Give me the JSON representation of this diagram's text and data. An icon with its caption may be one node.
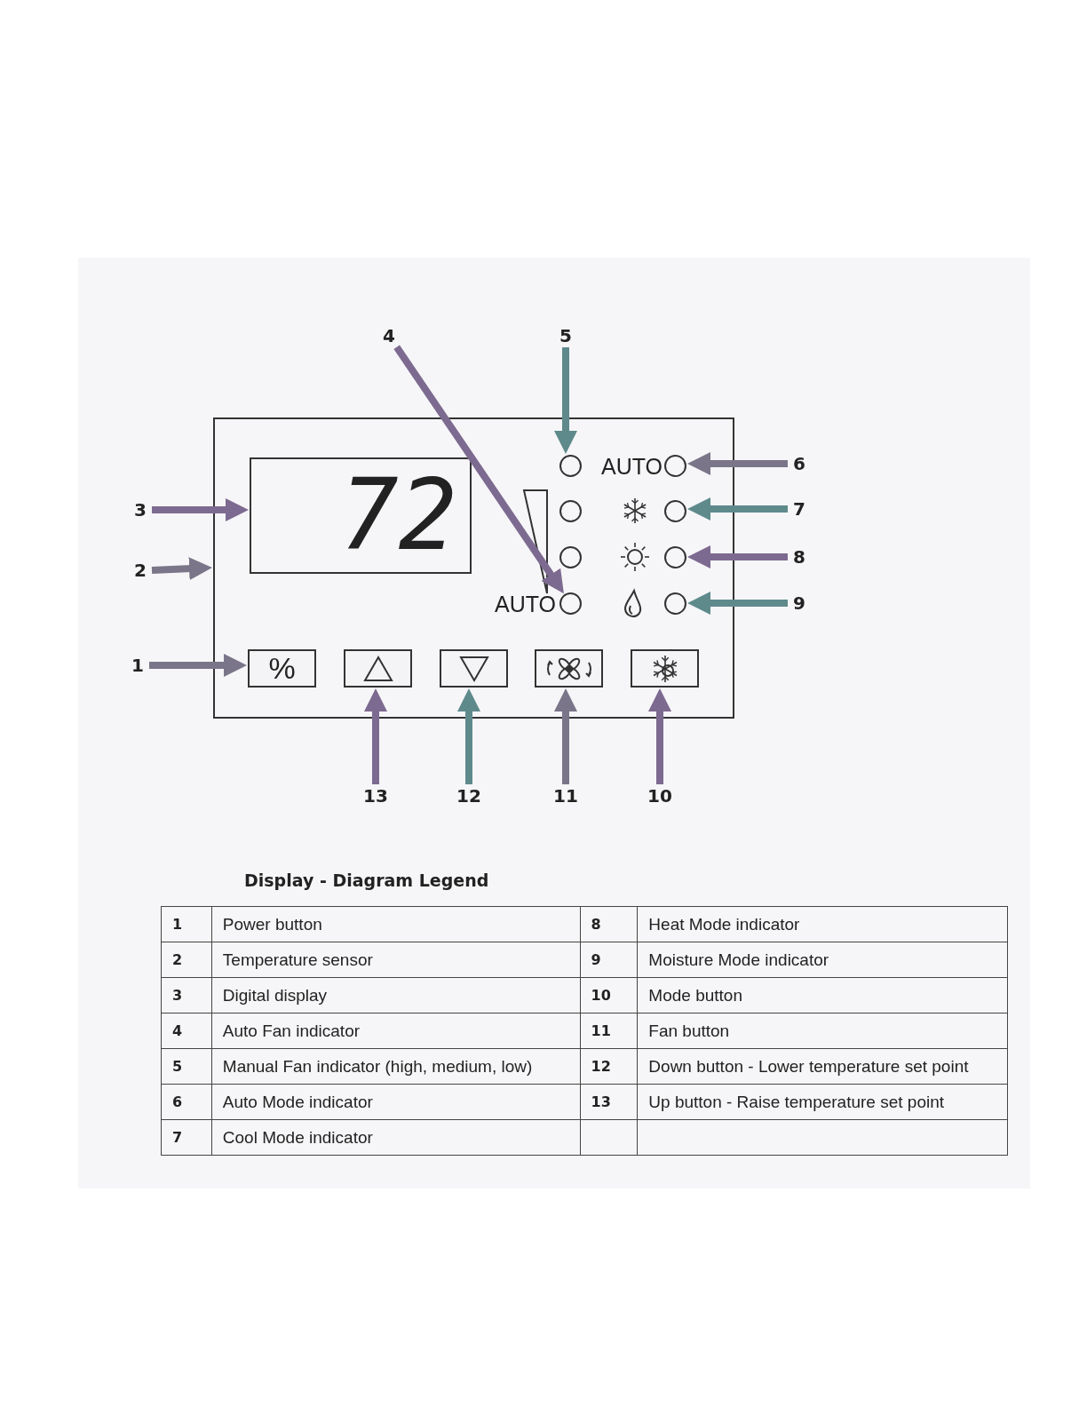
{
  "diagram": {
    "title": "Display - Diagram Legend",
    "nodes": [
      {
        "text": [],
        "shape": "box"
      },
      {
        "text": [
          "72"
        ],
        "in": 0
      },
      {
        "text": [],
        "shape": "circle",
        "in": 0
      },
      {
        "text": [],
        "shape": "circle",
        "in": 0
      },
      {
        "text": [],
        "shape": "circle",
        "in": 0
      },
      {
        "text": [],
        "shape": "circle",
        "in": 0
      },
      {
        "text": [],
        "shape": "circle",
        "in": 0
      },
      {
        "text": [],
        "shape": "circle",
        "in": 0
      },
      {
        "text": [],
        "shape": "circle",
        "in": 0
      },
      {
        "text": [],
        "shape": "circle",
        "in": 0
      },
      {
        "text": [
          "%"
        ],
        "in": 0
      },
      {
        "text": [],
        "shape": "box",
        "in": 0
      },
      {
        "text": [],
        "shape": "box",
        "in": 0
      },
      {
        "text": [],
        "shape": "box",
        "in": 0
      },
      {
        "text": [],
        "shape": "box",
        "in": 0
      },
      {
        "text": [
          "4"
        ]
      },
      {
        "text": [
          "5"
        ]
      },
      {
        "text": [
          "6"
        ]
      },
      {
        "text": [
          "3"
        ]
      },
      {
        "text": [
          "7"
        ]
      },
      {
        "text": [
          "2"
        ]
      },
      {
        "text": [
          "8"
        ]
      },
      {
        "text": [
          "9"
        ]
      },
      {
        "text": [
          "1"
        ]
      },
      {
        "text": [
          "13"
        ]
      },
      {
        "text": [
          "12"
        ]
      },
      {
        "text": [
          "11"
        ]
      },
      {
        "text": [
          "10"
        ]
      }
    ],
    "edges": [
      {
        "from": 15,
        "to": 8,
        "arrow": "to"
      },
      {
        "from": 16,
        "to": 2,
        "arrow": "to"
      },
      {
        "from": 17,
        "to": 3,
        "arrow": "to"
      },
      {
        "from": 18,
        "to": 1,
        "arrow": "to"
      },
      {
        "from": 19,
        "to": 5,
        "arrow": "to"
      },
      {
        "from": 20,
        "to": 0,
        "arrow": "to"
      },
      {
        "from": 21,
        "to": 7,
        "arrow": "to"
      },
      {
        "from": 22,
        "to": 9,
        "arrow": "to"
      },
      {
        "from": 23,
        "to": 10,
        "arrow": "to"
      },
      {
        "from": 24,
        "to": 11,
        "arrow": "to"
      },
      {
        "from": 25,
        "to": 12,
        "arrow": "to"
      },
      {
        "from": 26,
        "to": 13,
        "arrow": "to"
      },
      {
        "from": 27,
        "to": 14,
        "arrow": "to"
      }
    ],
    "labels": [
      "AUTO",
      "AUTO",
      "1",
      "Power button",
      "8",
      "Heat Mode indicator",
      "2",
      "Temperature sensor",
      "9",
      "Moisture Mode indicator",
      "3",
      "Digital display",
      "10",
      "Mode button",
      "4",
      "Auto Fan indicator",
      "11",
      "Fan button",
      "5",
      "Manual Fan indicator (high, medium, low)",
      "12",
      "Down button - Lower temperature set point",
      "6",
      "Auto Mode indicator",
      "13",
      "Up button - Raise temperature set point",
      "7",
      "Cool Mode indicator"
    ]
  }
}
